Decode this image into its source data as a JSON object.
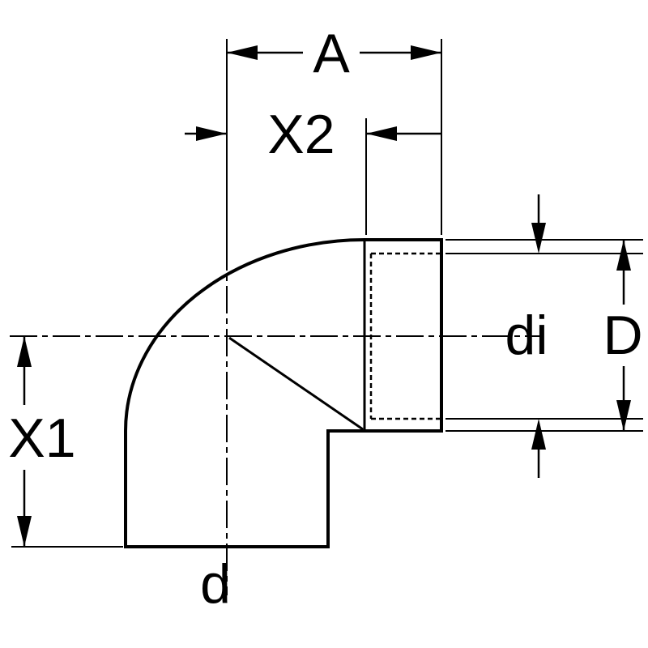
{
  "drawing": {
    "background_color": "#ffffff",
    "line_color": "#000000",
    "dimensions": {
      "a": "A",
      "x2": "X2",
      "x1": "X1",
      "d_small": "d",
      "di": "di",
      "d_big": "D"
    }
  }
}
